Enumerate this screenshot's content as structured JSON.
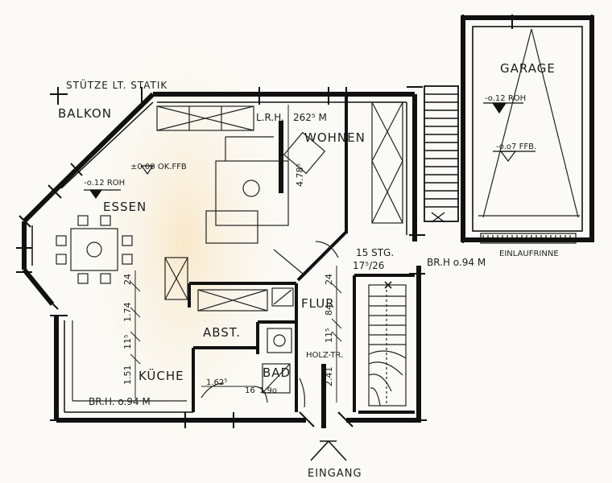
{
  "labels": {
    "garage": "GARAGE",
    "garage_level_roh": "-o.12 ROH",
    "garage_level_ffb": "-o.o7 FFB.",
    "einlaufrinne": "EINLAUFRINNE",
    "stuetze": "STÜTZE LT. STATIK",
    "balkon": "BALKON",
    "lrh": "L.R.H.",
    "lrh_value": "262⁵ M",
    "wohnen": "WOHNEN",
    "wohnen_depth": "4.78⁵",
    "ok_ffb": "±0.00 OK.FFB",
    "essen_level": "-o.12 ROH",
    "essen": "ESSEN",
    "stairs_count": "15 STG.",
    "stairs_ratio": "17⁵/26",
    "brh_stairs": "BR.H  o.94 M",
    "flur": "FLUR",
    "abst": "ABST.",
    "holz_tr": "HOLZ-TR.",
    "bad": "BAD",
    "kueche": "KÜCHE",
    "brh_kueche": "BR.H. o.94 M",
    "eingang": "EINGANG",
    "dim_24_left": "24",
    "dim_174": "1.74",
    "dim_115_left": "11⁵",
    "dim_151": "1.51",
    "dim_1625": "1.62⁵",
    "dim_16": "16",
    "dim_90": "1.9o",
    "dim_24_mid": "24",
    "dim_84": "84",
    "dim_115_mid": "11⁵",
    "dim_241": "2.41"
  }
}
